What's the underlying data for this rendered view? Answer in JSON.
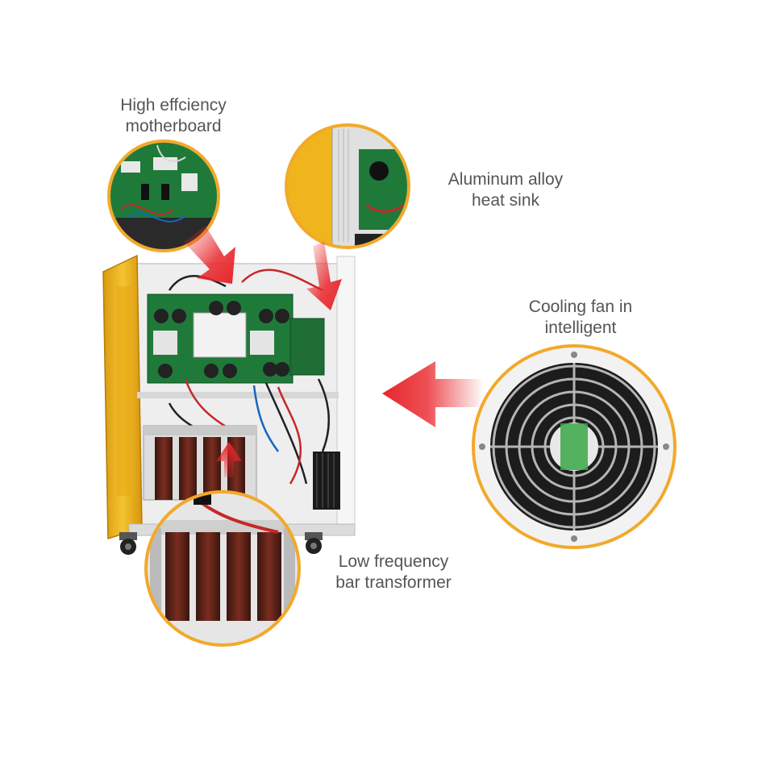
{
  "callouts": {
    "motherboard": {
      "line1": "High effciency",
      "line2": "motherboard"
    },
    "heat_sink": {
      "line1": "Aluminum alloy",
      "line2": "heat sink"
    },
    "cooling_fan": {
      "line1": "Cooling fan in",
      "line2": "intelligent"
    },
    "transformer": {
      "line1": "Low frequency",
      "line2": "bar transformer"
    }
  },
  "colors": {
    "background": "#ffffff",
    "callout_ring": "#f2a92a",
    "arrow": "#e8262b",
    "cabinet_side": "#f0b51c",
    "cabinet_body": "#ececec",
    "pcb": "#1f7a3a",
    "label_text": "#555555"
  },
  "icons": [
    "arrow-down-right-icon",
    "arrow-left-icon",
    "arrow-up-icon"
  ]
}
